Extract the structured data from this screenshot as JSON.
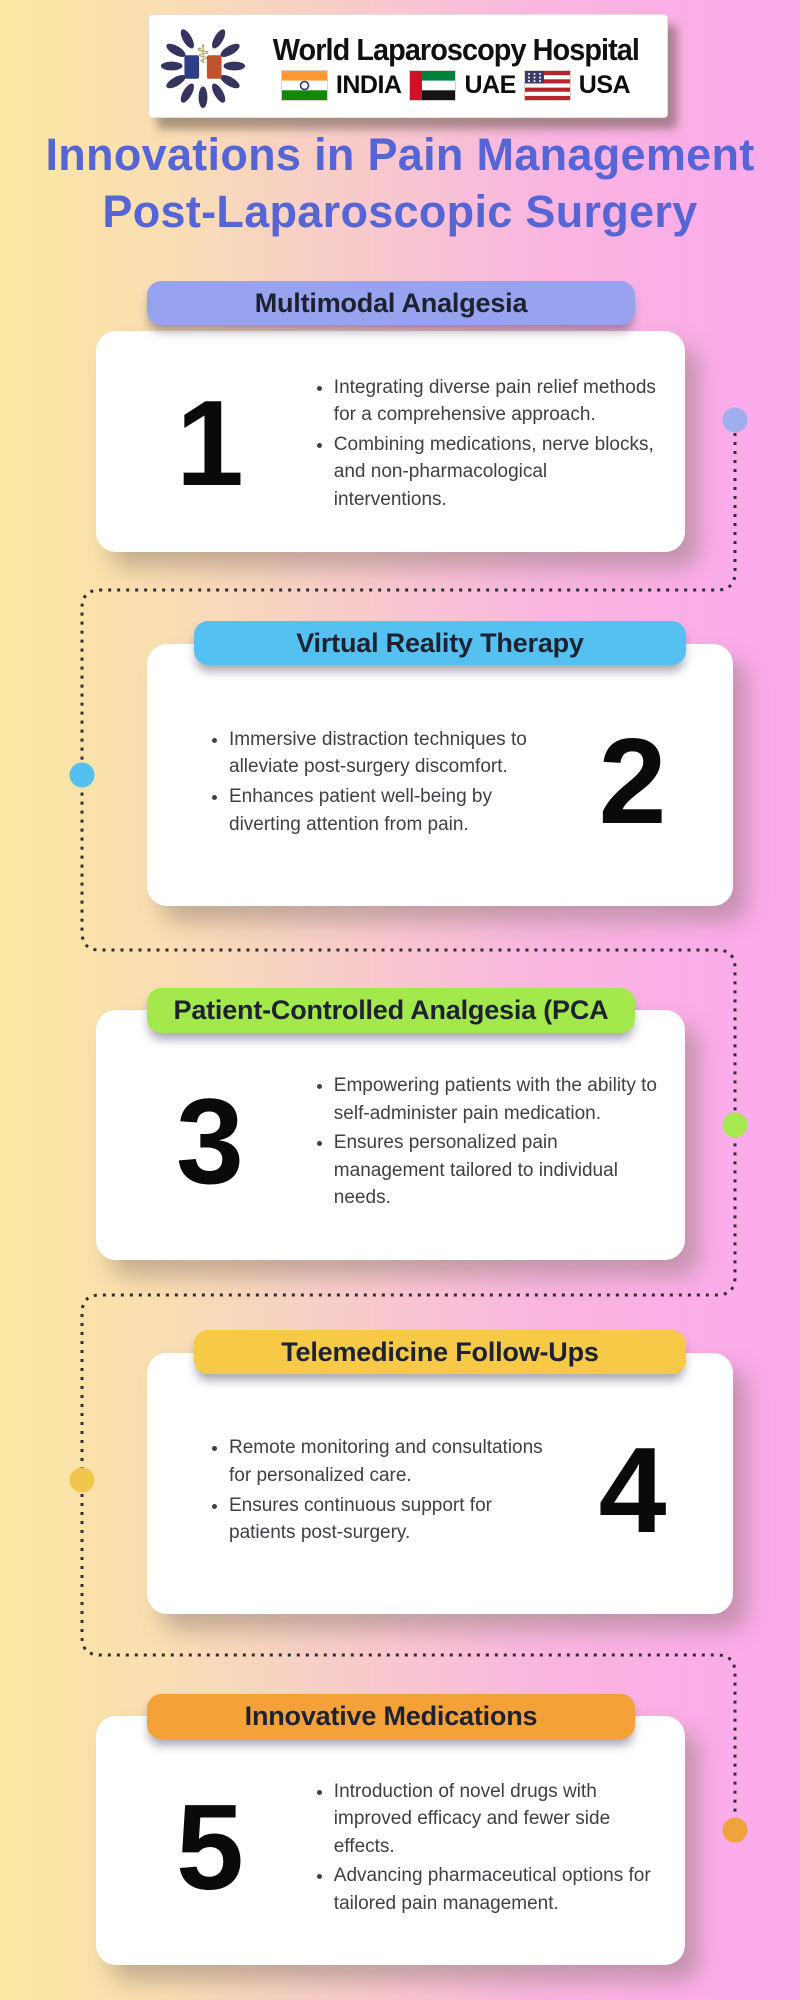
{
  "page": {
    "title_line1": "Innovations in Pain Management",
    "title_line2": "Post-Laparoscopic Surgery",
    "title_color": "#5565d5",
    "background_gradient": [
      "#fbe7a0",
      "#f8cdc9",
      "#fca9ec"
    ]
  },
  "logo": {
    "hospital_name": "World Laparoscopy Hospital",
    "countries": [
      {
        "label": "INDIA",
        "flag": "india-flag"
      },
      {
        "label": "UAE",
        "flag": "uae-flag"
      },
      {
        "label": "USA",
        "flag": "usa-flag"
      }
    ]
  },
  "connector": {
    "line_color": "#2d2d33"
  },
  "sections": [
    {
      "number": "1",
      "title": "Multimodal Analgesia",
      "accent": "#97a3ee",
      "dot_color": "#a0aeef",
      "bullets": [
        "Integrating diverse pain relief methods for a comprehensive approach.",
        "Combining medications, nerve blocks, and non-pharmacological interventions."
      ]
    },
    {
      "number": "2",
      "title": "Virtual Reality Therapy",
      "accent": "#55c1f1",
      "dot_color": "#53c1ef",
      "bullets": [
        "Immersive distraction techniques to alleviate post-surgery discomfort.",
        "Enhances patient well-being by diverting attention from pain."
      ]
    },
    {
      "number": "3",
      "title": "Patient-Controlled Analgesia (PCA",
      "accent": "#a3e94b",
      "dot_color": "#a5e850",
      "bullets": [
        "Empowering patients with the ability to self-administer pain medication.",
        "Ensures personalized pain management tailored to individual needs."
      ]
    },
    {
      "number": "4",
      "title": "Telemedicine Follow-Ups",
      "accent": "#f6ca47",
      "dot_color": "#f0c64c",
      "bullets": [
        "Remote monitoring and consultations for personalized care.",
        "Ensures continuous support for patients post-surgery."
      ]
    },
    {
      "number": "5",
      "title": "Innovative Medications",
      "accent": "#f4a238",
      "dot_color": "#f0a23c",
      "bullets": [
        "Introduction of novel drugs with improved efficacy and fewer side effects.",
        "Advancing pharmaceutical options for tailored pain management."
      ]
    }
  ]
}
